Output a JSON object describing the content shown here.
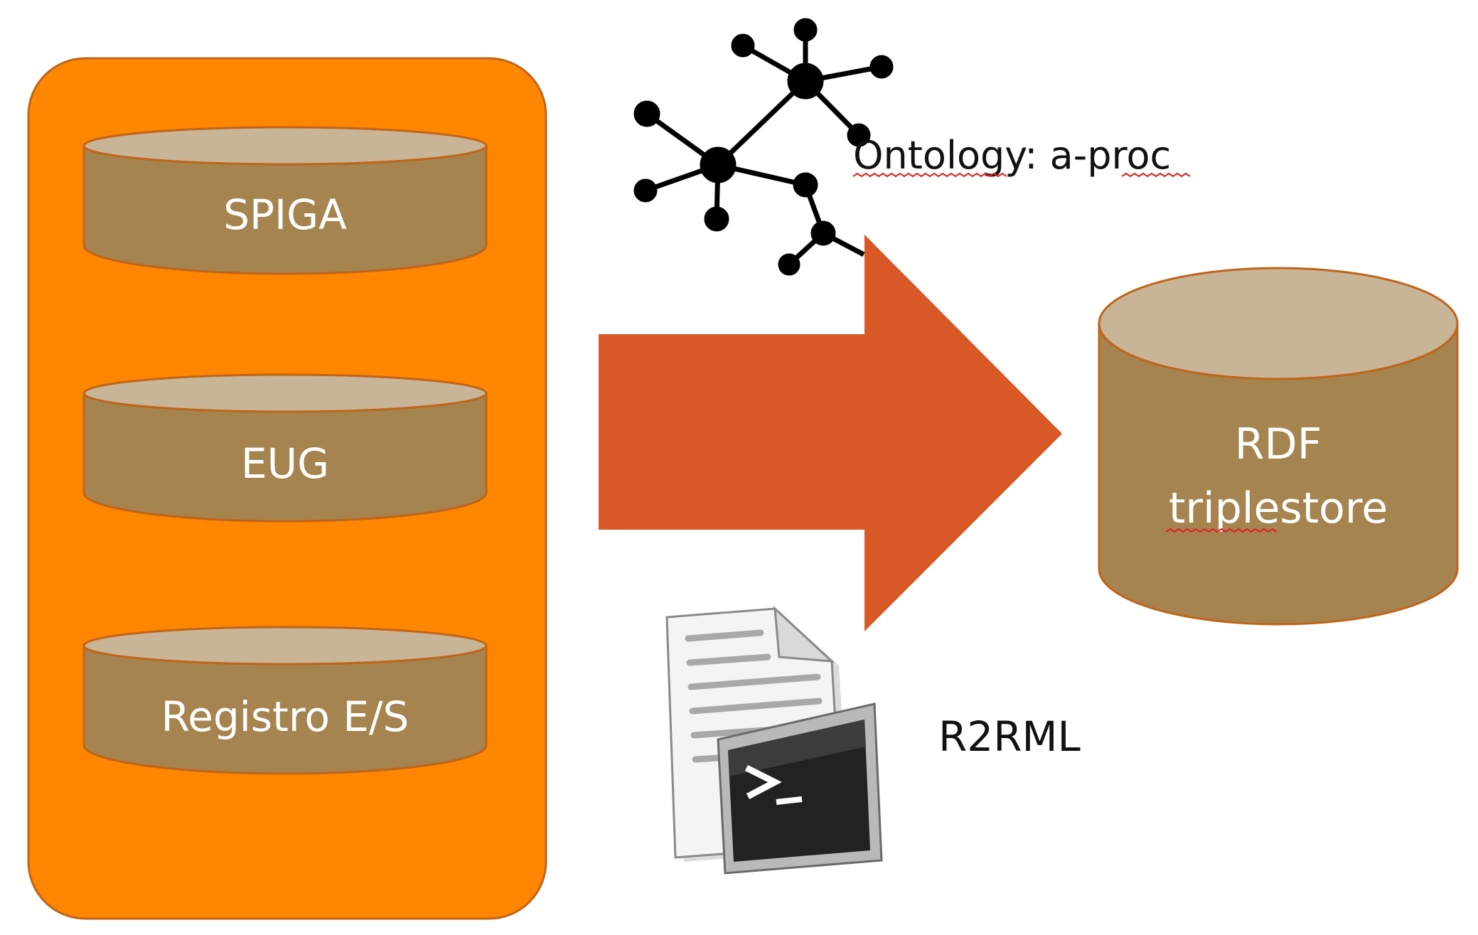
{
  "sources": {
    "items": [
      {
        "label": "SPIGA"
      },
      {
        "label": "EUG"
      },
      {
        "label": "Registro E/S"
      }
    ]
  },
  "ontology": {
    "label": "Ontology: a-proc"
  },
  "mapping": {
    "label": "R2RML"
  },
  "target": {
    "line1": "RDF",
    "line2": "triplestore"
  },
  "colors": {
    "container": "#ff8600",
    "container_border": "#c0641a",
    "db_body": "#a5844f",
    "db_top": "#c8b496",
    "db_border": "#c0641a",
    "arrow": "#d85826",
    "spellcheck": "#e02020"
  },
  "icons": {
    "ontology": "molecule-graph-icon",
    "mapping": "script-terminal-icon"
  }
}
